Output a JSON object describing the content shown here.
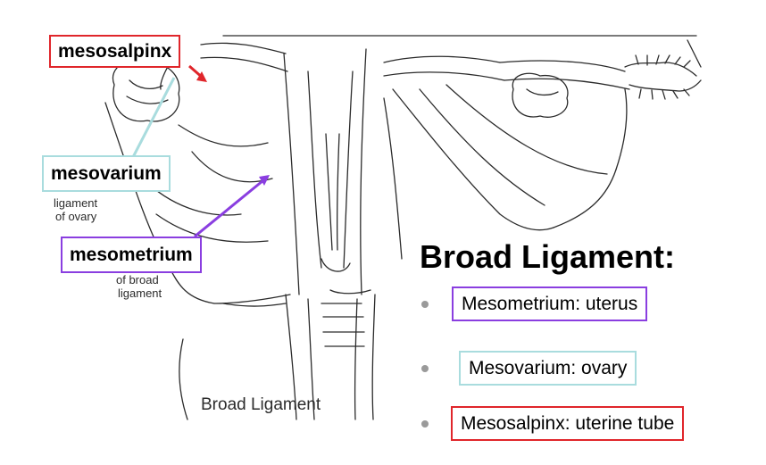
{
  "figure": {
    "caption": "Broad Ligament",
    "drawing_labels": {
      "ligament_of_ovary": [
        "ligament",
        "of ovary"
      ],
      "of_broad_ligament": [
        "of broad",
        "ligament"
      ]
    }
  },
  "callouts": {
    "mesosalpinx": "mesosalpinx",
    "mesovarium": "mesovarium",
    "mesometrium": "mesometrium"
  },
  "summary": {
    "heading": "Broad Ligament:",
    "items": [
      {
        "text": "Mesometrium: uterus",
        "color": "#8a3ee0"
      },
      {
        "text": "Mesovarium: ovary",
        "color": "#a9dcde"
      },
      {
        "text": "Mesosalpinx: uterine tube",
        "color": "#e0262b"
      }
    ]
  },
  "colors": {
    "mesosalpinx": "#e0262b",
    "mesovarium": "#a9dcde",
    "mesometrium": "#8a3ee0",
    "bullet": "#9a9a9a"
  },
  "icons": {
    "bullet": "bullet-dot-icon"
  }
}
